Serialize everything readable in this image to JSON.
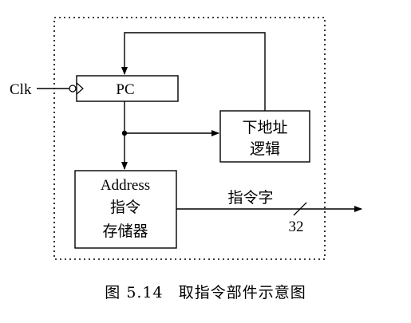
{
  "labels": {
    "clk": "Clk",
    "pc": "PC",
    "next_addr_line1": "下地址",
    "next_addr_line2": "逻辑",
    "mem_line1": "Address",
    "mem_line2": "指令",
    "mem_line3": "存储器",
    "bus_label": "指令字",
    "bus_width": "32"
  },
  "caption": {
    "number": "图 5.14",
    "title": "取指令部件示意图"
  }
}
